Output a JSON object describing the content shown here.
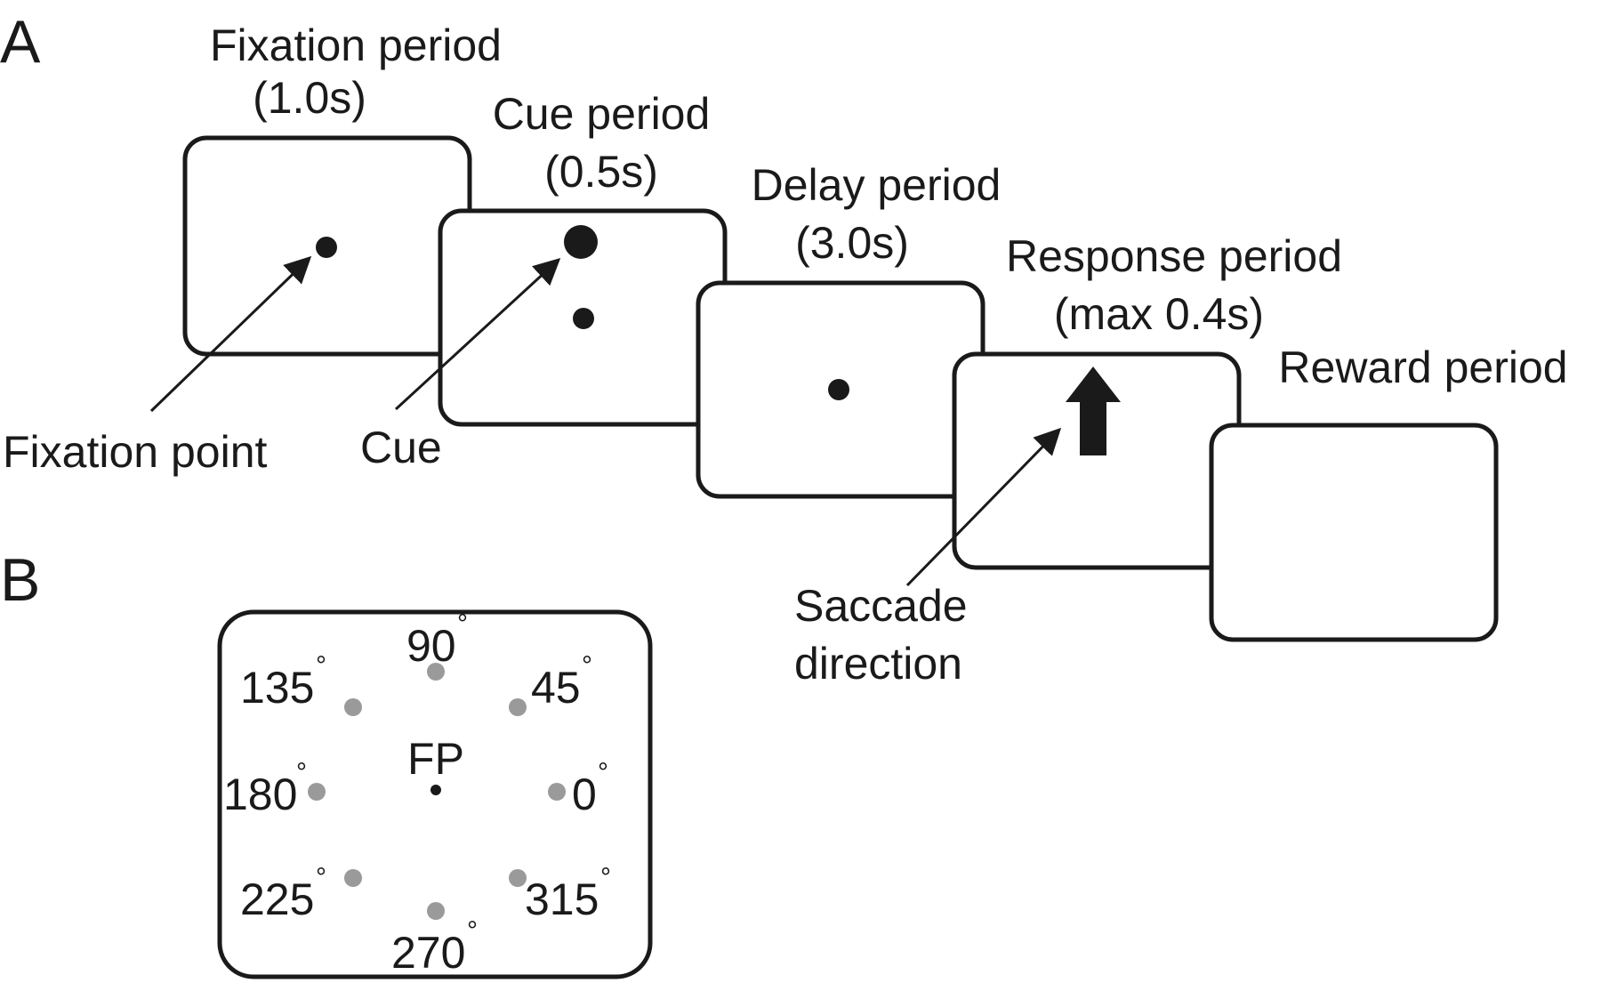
{
  "panel_a": {
    "letter": "A",
    "periods": [
      {
        "name": "Fixation period",
        "duration": "(1.0s)"
      },
      {
        "name": "Cue period",
        "duration": "(0.5s)"
      },
      {
        "name": "Delay period",
        "duration": "(3.0s)"
      },
      {
        "name": "Response period",
        "duration": "(max 0.4s)"
      },
      {
        "name": "Reward period",
        "duration": ""
      }
    ],
    "annotations": {
      "fixation_point": "Fixation point",
      "cue": "Cue",
      "saccade_line1": "Saccade",
      "saccade_line2": "direction"
    }
  },
  "panel_b": {
    "letter": "B",
    "fp_label": "FP",
    "targets": [
      {
        "angle": "0",
        "unit": "°"
      },
      {
        "angle": "45",
        "unit": "°"
      },
      {
        "angle": "90",
        "unit": "°"
      },
      {
        "angle": "135",
        "unit": "°"
      },
      {
        "angle": "180",
        "unit": "°"
      },
      {
        "angle": "225",
        "unit": "°"
      },
      {
        "angle": "270",
        "unit": "°"
      },
      {
        "angle": "315",
        "unit": "°"
      }
    ]
  },
  "colors": {
    "ink": "#1a1a1a",
    "target_gray": "#9a9a9a",
    "background": "#ffffff"
  }
}
